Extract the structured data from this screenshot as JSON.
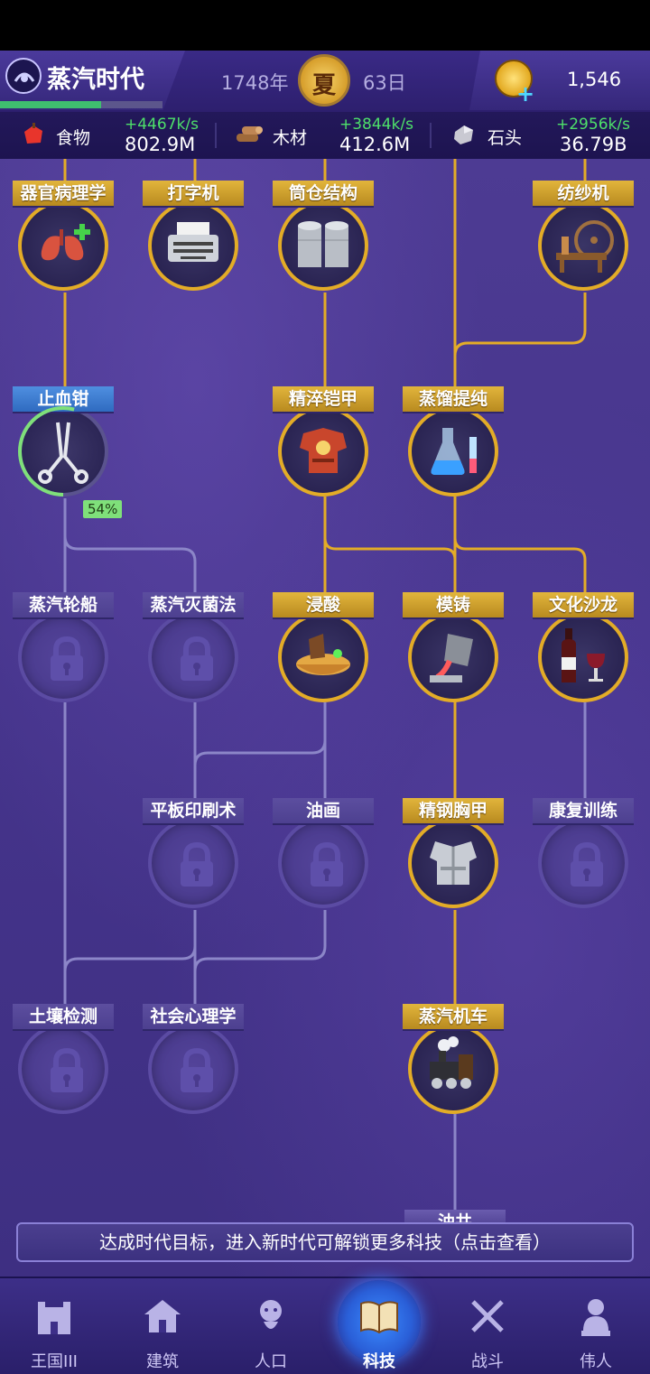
{
  "header": {
    "era_name": "蒸汽时代",
    "era_progress": 0.62,
    "year": "1748年",
    "season": "夏",
    "day": "63日",
    "coins": "1,546"
  },
  "resources": [
    {
      "name": "食物",
      "rate": "+4467k/s",
      "total": "802.9M"
    },
    {
      "name": "木材",
      "rate": "+3844k/s",
      "total": "412.6M"
    },
    {
      "name": "石头",
      "rate": "+2956k/s",
      "total": "36.79B"
    }
  ],
  "tree": {
    "nodes": [
      {
        "label": "器官病理学",
        "state": "done",
        "icon": "lungs-icon"
      },
      {
        "label": "打字机",
        "state": "done",
        "icon": "typewriter-icon"
      },
      {
        "label": "筒仓结构",
        "state": "done",
        "icon": "silo-icon"
      },
      {
        "label": "纺纱机",
        "state": "done",
        "icon": "spinning-wheel-icon"
      },
      {
        "label": "止血钳",
        "state": "research",
        "icon": "forceps-icon",
        "progress": "54%"
      },
      {
        "label": "精淬铠甲",
        "state": "done",
        "icon": "armor-icon"
      },
      {
        "label": "蒸馏提纯",
        "state": "done",
        "icon": "flask-icon"
      },
      {
        "label": "蒸汽轮船",
        "state": "locked",
        "icon": "lock-icon"
      },
      {
        "label": "蒸汽灭菌法",
        "state": "locked",
        "icon": "lock-icon"
      },
      {
        "label": "浸酸",
        "state": "available",
        "icon": "pickling-icon"
      },
      {
        "label": "模铸",
        "state": "done",
        "icon": "casting-icon"
      },
      {
        "label": "文化沙龙",
        "state": "available",
        "icon": "wine-icon"
      },
      {
        "label": "平板印刷术",
        "state": "locked",
        "icon": "lock-icon"
      },
      {
        "label": "油画",
        "state": "locked",
        "icon": "lock-icon"
      },
      {
        "label": "精钢胸甲",
        "state": "done",
        "icon": "breastplate-icon"
      },
      {
        "label": "康复训练",
        "state": "locked",
        "icon": "lock-icon"
      },
      {
        "label": "土壤检测",
        "state": "locked",
        "icon": "lock-icon"
      },
      {
        "label": "社会心理学",
        "state": "locked",
        "icon": "lock-icon"
      },
      {
        "label": "蒸汽机车",
        "state": "available",
        "icon": "locomotive-icon"
      }
    ],
    "partial_label": "油井"
  },
  "banner": "达成时代目标，进入新时代可解锁更多科技（点击查看）",
  "nav": [
    {
      "label": "王国III",
      "icon": "castle-icon"
    },
    {
      "label": "建筑",
      "icon": "house-icon"
    },
    {
      "label": "人口",
      "icon": "person-icon"
    },
    {
      "label": "科技",
      "icon": "book-icon",
      "active": true
    },
    {
      "label": "战斗",
      "icon": "swords-icon"
    },
    {
      "label": "伟人",
      "icon": "bust-icon"
    }
  ],
  "colors": {
    "accent_gold": "#e3ac27",
    "research_blue": "#2f6bc0",
    "positive_green": "#4ee06a",
    "background_purple": "#45348b"
  }
}
